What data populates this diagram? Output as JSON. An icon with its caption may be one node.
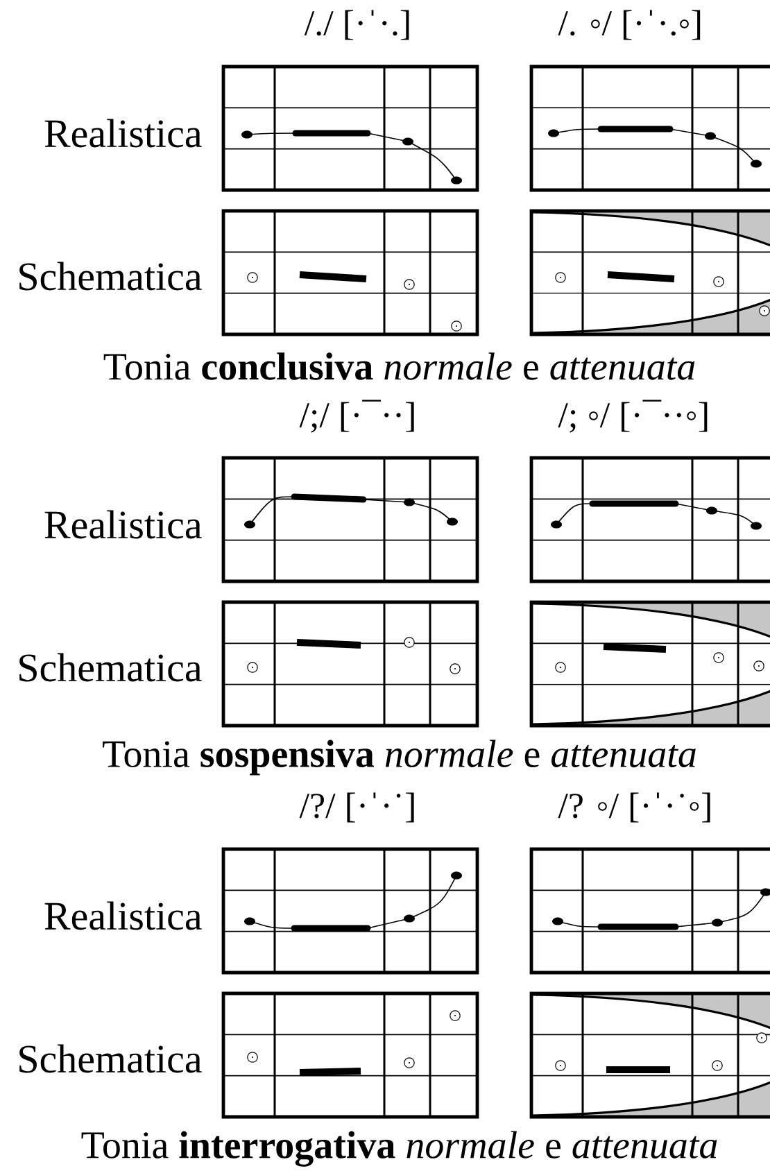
{
  "diagram": {
    "labels": [
      "/./ [·ˈ·.]",
      "/. ◦/ [·ˈ·.◦]",
      "Realistica",
      "Schematica",
      "Tonia **conclusiva** *normale* e *attenuata*",
      "/;/ [·¯··]",
      "/; ◦/ [·¯··◦]",
      "Realistica",
      "Schematica",
      "Tonia **sospensiva** *normale* e *attenuata*",
      "/?/ [·ˈ·˙]",
      "/? ◦/ [·ˈ·˙◦]",
      "Realistica",
      "Schematica",
      "Tonia **interrogativa** *normale* e *attenuata*"
    ]
  }
}
